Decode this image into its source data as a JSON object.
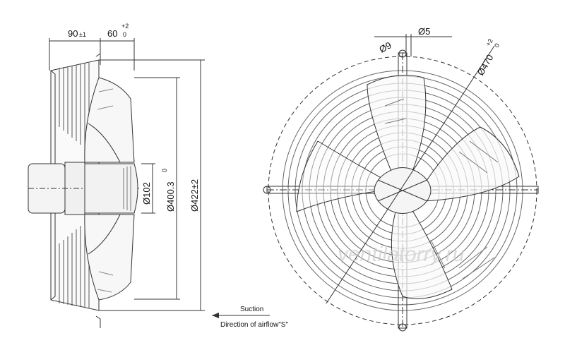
{
  "side_view": {
    "dim_motor_depth": {
      "value": "90",
      "tol": "±1"
    },
    "dim_blade_depth": {
      "value": "60",
      "tol_upper": "+2",
      "tol_lower": "0"
    },
    "dim_hub": {
      "value": "Ø102"
    },
    "dim_inner": {
      "value": "Ø400.3",
      "tol_upper": "0"
    },
    "dim_outer": {
      "value": "Ø422±2"
    }
  },
  "airflow": {
    "suction_label": "Suction",
    "direction_label": "Direction of airflow\"S\""
  },
  "front_view": {
    "dim_hole": {
      "value": "Ø9"
    },
    "dim_slot": {
      "value": "Ø5"
    },
    "dim_diameter": {
      "value": "Ø470",
      "tol_upper": "+2",
      "tol_lower": "0"
    }
  },
  "watermark": {
    "text": "ventilatorry.ru"
  },
  "colors": {
    "line": "#333333",
    "fill": "#eeeeee",
    "watermark": "#cfcfcf"
  }
}
